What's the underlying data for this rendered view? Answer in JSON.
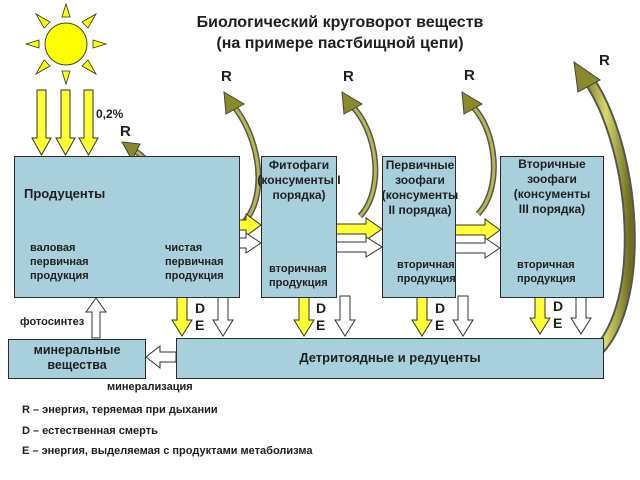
{
  "title_line1": "Биологический круговорот веществ",
  "title_line2": "(на примере пастбищной цепи)",
  "percent_label": "0,2%",
  "r_label": "R",
  "d_label": "D",
  "e_label": "E",
  "producers": {
    "title": "Продуценты",
    "gross": [
      "валовая",
      "первичная",
      "продукция"
    ],
    "net": [
      "чистая",
      "первичная",
      "продукция"
    ]
  },
  "phytophages": {
    "title": [
      "Фитофаги",
      "(консументы I",
      "порядка)"
    ],
    "production": [
      "вторичная",
      "продукция"
    ]
  },
  "primary_zoo": {
    "title": [
      "Первичные",
      "зоофаги",
      "(консументы",
      "II порядка)"
    ],
    "production": [
      "вторичная",
      "продукция"
    ]
  },
  "secondary_zoo": {
    "title": [
      "Вторичные",
      "зоофаги",
      "(консументы",
      "III порядка)"
    ],
    "production": [
      "вторичная",
      "продукция"
    ]
  },
  "photosynthesis": "фотосинтез",
  "minerals": [
    "минеральные",
    "вещества"
  ],
  "detritus": "Детритоядные и редуценты",
  "mineralization": "минерализация",
  "legend": [
    "R – энергия, теряемая при дыхании",
    "D – естественная смерть",
    "E – энергия, выделяемая с продуктами метаболизма"
  ],
  "colors": {
    "box": "#a8d0dc",
    "arrow_yellow": "#ffff33",
    "curve_olive": "#8a8a2a"
  }
}
